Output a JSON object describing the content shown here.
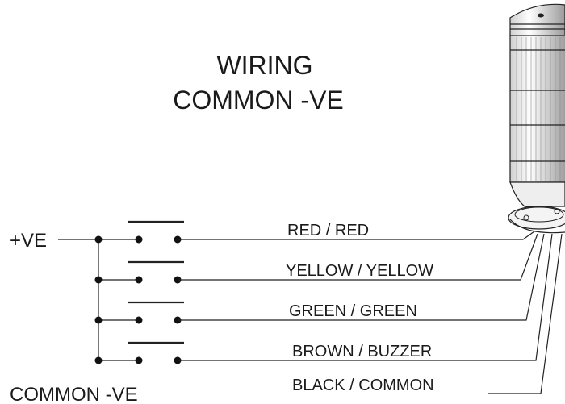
{
  "title": {
    "line1": "WIRING",
    "line2": "COMMON -VE"
  },
  "supply_label": "+VE",
  "common_label": "COMMON -VE",
  "wires": [
    {
      "label": "RED / RED"
    },
    {
      "label": "YELLOW / YELLOW"
    },
    {
      "label": "GREEN / GREEN"
    },
    {
      "label": "BROWN / BUZZER"
    },
    {
      "label": "BLACK / COMMON"
    }
  ],
  "switch_count": 4,
  "component": "signal-tower-light"
}
